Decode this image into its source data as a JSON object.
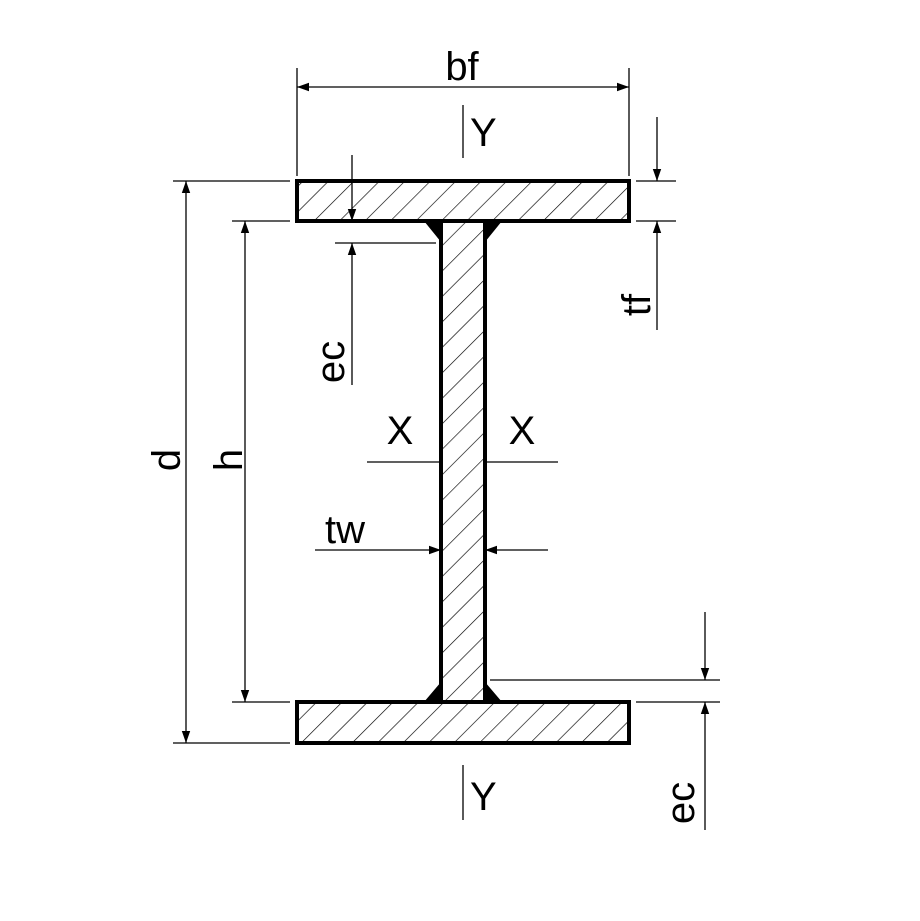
{
  "title": "Welded I-beam cross section",
  "labels": {
    "flange_width": "bf",
    "axis_y_top": "Y",
    "axis_y_bottom": "Y",
    "flange_thickness": "tf",
    "weld_top": "ec",
    "weld_bottom": "ec",
    "total_depth": "d",
    "web_height": "h",
    "axis_x_left": "X",
    "axis_x_right": "X",
    "web_thickness": "tw"
  }
}
